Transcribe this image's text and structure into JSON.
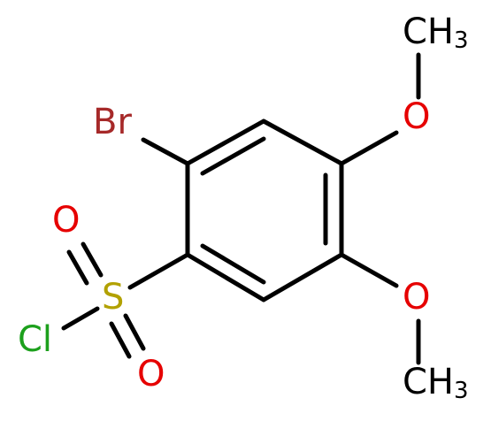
{
  "diagram": {
    "labels": {
      "bromine": "Br",
      "sulfur": "S",
      "chlorine": "Cl",
      "oxygen_top_sulfonyl": "O",
      "oxygen_bottom_sulfonyl": "O",
      "oxygen_methoxy_top": "O",
      "oxygen_methoxy_bottom": "O",
      "methyl_top_c": "CH",
      "methyl_top_sub": "3",
      "methyl_bottom_c": "CH",
      "methyl_bottom_sub": "3"
    },
    "colors": {
      "bond": "#000000",
      "bromine": "#a62929",
      "sulfur": "#b2a100",
      "chlorine": "#1ca01c",
      "oxygen": "#e60000",
      "carbon": "#000000"
    }
  }
}
